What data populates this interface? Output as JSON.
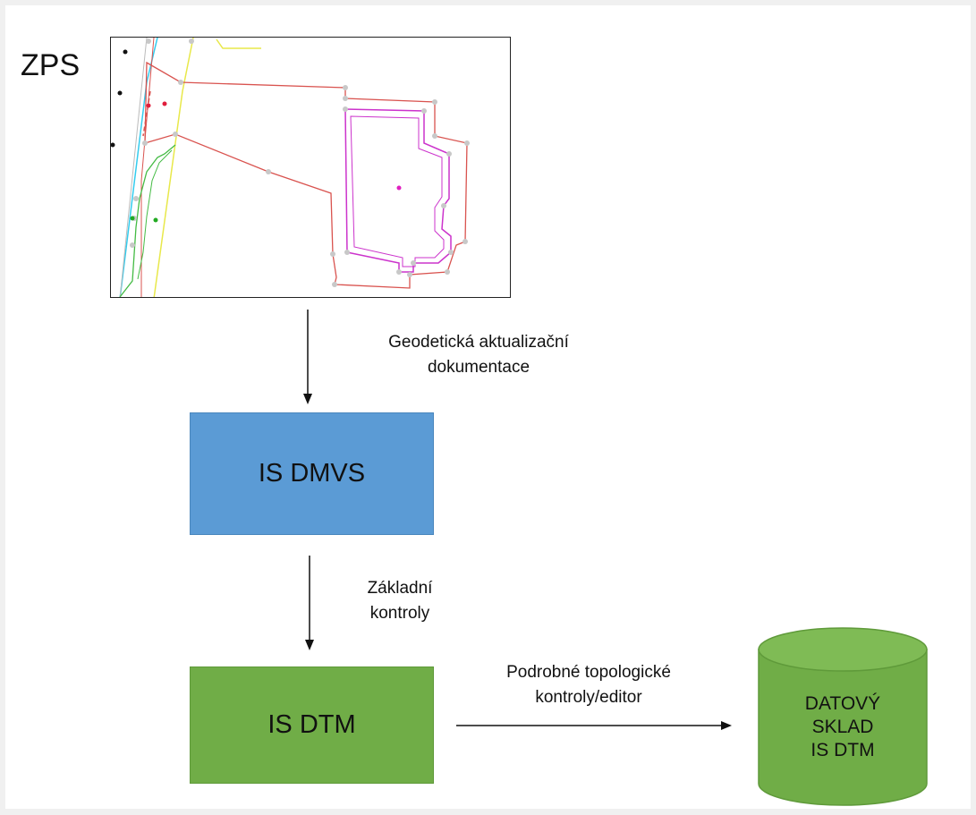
{
  "diagram": {
    "zps_label": "ZPS",
    "step1_caption_line1": "Geodetická aktualizační",
    "step1_caption_line2": "dokumentace",
    "is_dmvs_label": "IS DMVS",
    "step2_caption_line1": "Základní",
    "step2_caption_line2": "kontroly",
    "is_dtm_label": "IS DTM",
    "step3_caption_line1": "Podrobné topologické",
    "step3_caption_line2": "kontroly/editor",
    "datastore_line1": "DATOVÝ",
    "datastore_line2": "SKLAD",
    "datastore_line3": "IS DTM"
  },
  "colors": {
    "is_dmvs_fill": "#5b9bd5",
    "is_dtm_fill": "#70ad47",
    "datastore_fill": "#70ad47",
    "map_parcel_line": "#d9534f",
    "map_building_line": "#cc33cc",
    "map_green_line": "#44bb44",
    "map_cyan_line": "#33ccee",
    "map_yellow_line": "#e8e84a"
  }
}
